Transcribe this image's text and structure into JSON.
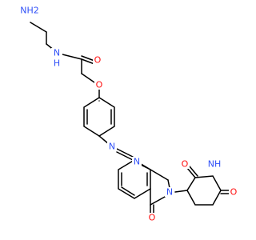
{
  "colors": {
    "carbon": "#000000",
    "nitrogen": "#3050f8",
    "oxygen": "#ff0d0d",
    "background": "#ffffff"
  },
  "atoms": {
    "n_amine": "NH2",
    "n_amide": "N",
    "n_amide_h": "H",
    "o_amide": "O",
    "o_ether": "O",
    "n_azo_1": "N",
    "n_azo_2": "N",
    "n_lactam": "N",
    "o_lactam": "O",
    "n_imide": "NH",
    "o_imide_1": "O",
    "o_imide_2": "O"
  }
}
